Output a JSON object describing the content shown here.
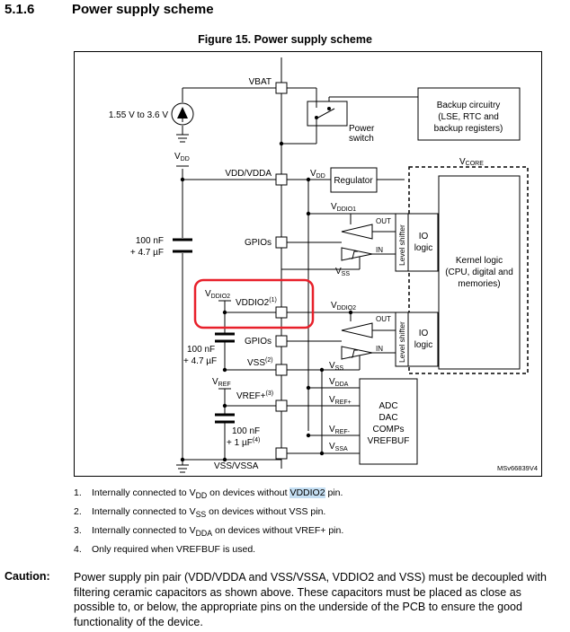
{
  "section": {
    "number": "5.1.6",
    "title": "Power supply scheme"
  },
  "figure": {
    "title": "Figure 15. Power supply scheme",
    "labels": {
      "vbat": "VBAT",
      "range": "1.55 V to 3.6 V",
      "vdd_sym": "V",
      "vdd_sub": "DD",
      "vdd_vdda": "VDD/VDDA",
      "gpios1": "GPIOs",
      "cap1_a": "100 nF",
      "cap1_b": "+ 4.7 µF",
      "vddio2_sym": "V",
      "vddio2_sub": "DDIO2",
      "vddio2_pin": "VDDIO2",
      "note1_sup": "(1)",
      "gpios2": "GPIOs",
      "cap2_a": "100 nF",
      "cap2_b": "+ 4.7 µF",
      "vss_pin": "VSS",
      "note2_sup": "(2)",
      "vref_sym": "V",
      "vref_sub": "REF",
      "vrefp_pin": "VREF+",
      "note3_sup": "(3)",
      "cap3_a": "100 nF",
      "cap3_b": "+ 1 µF",
      "note4_sup": "(4)",
      "vss_vssa": "VSS/VSSA",
      "power_switch_1": "Power",
      "power_switch_2": "switch",
      "backup_1": "Backup circuitry",
      "backup_2": "(LSE, RTC and",
      "backup_3": "backup registers)",
      "vcore_sym": "V",
      "vcore_sub": "CORE",
      "reg_vdd_sym": "V",
      "reg_vdd_sub": "DD",
      "regulator": "Regulator",
      "vddio1_sym": "V",
      "vddio1_sub": "DDIO1",
      "out1": "OUT",
      "in1": "IN",
      "level_shifter_1": "Level shifter",
      "io_logic_1a": "IO",
      "io_logic_1b": "logic",
      "kernel_1": "Kernel logic",
      "kernel_2": "(CPU, digital and",
      "kernel_3": "memories)",
      "vss1_sym": "V",
      "vss1_sub": "SS",
      "vddio2b_sym": "V",
      "vddio2b_sub": "DDIO2",
      "out2": "OUT",
      "in2": "IN",
      "level_shifter_2": "Level shifter",
      "io_logic_2a": "IO",
      "io_logic_2b": "logic",
      "vss2_sym": "V",
      "vss2_sub": "SS",
      "vdda_sym": "V",
      "vdda_sub": "DDA",
      "vrefp_sym": "V",
      "vrefp_sub": "REF+",
      "vrefm_sym": "V",
      "vrefm_sub": "REF-",
      "vssa_sym": "V",
      "vssa_sub": "SSA",
      "adc_1": "ADC",
      "adc_2": "DAC",
      "adc_3": "COMPs",
      "adc_4": "VREFBUF",
      "ref_code": "MSv66839V4"
    }
  },
  "notes": [
    {
      "num": "1.",
      "pre": "Internally connected to V",
      "sub": "DD",
      "mid": " on devices without ",
      "highlight": "VDDIO2",
      "post": " pin."
    },
    {
      "num": "2.",
      "pre": "Internally connected to V",
      "sub": "SS",
      "post": " on devices without VSS pin."
    },
    {
      "num": "3.",
      "pre": "Internally connected to V",
      "sub": "DDA",
      "post": " on devices without VREF+ pin."
    },
    {
      "num": "4.",
      "text": "Only required when VREFBUF is used."
    }
  ],
  "caution": {
    "label": "Caution:",
    "text": "Power supply pin pair (VDD/VDDA and VSS/VSSA, VDDIO2 and VSS) must be decoupled with filtering ceramic capacitors as shown above. These capacitors must be placed as close as possible to, or below, the appropriate pins on the underside of the PCB to ensure the good functionality of the device."
  },
  "colors": {
    "highlight_box": "#e8202a",
    "text_highlight": "#c5dff3"
  }
}
